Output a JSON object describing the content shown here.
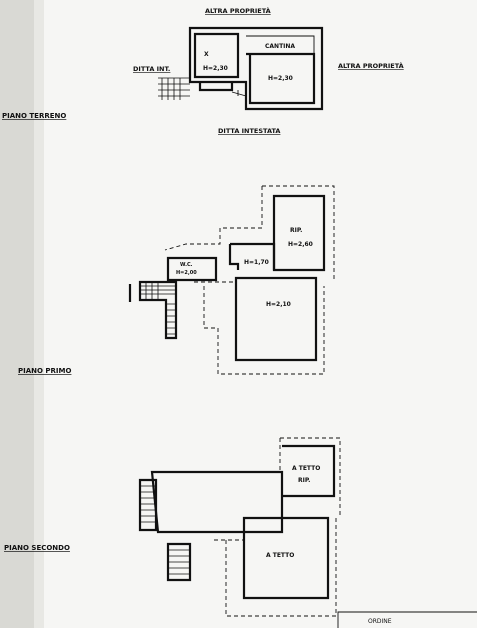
{
  "labels": {
    "top_neighbor": "ALTRA PROPRIETÀ",
    "right_neighbor": "ALTRA PROPRIETÀ",
    "left_neighbor": "DITTA INT.",
    "bottom_neighbor": "DITTA INTESTATA",
    "floor_ground": "PIANO TERRENO",
    "floor_first": "PIANO PRIMO",
    "floor_second": "PIANO SECONDO",
    "order_box": "ORDINE"
  },
  "rooms": {
    "ground_small_mark": "X",
    "ground_small_h": "H=2,30",
    "ground_cantina": "CANTINA",
    "ground_big_h": "H=2,30",
    "first_rip": "RIP.",
    "first_rip_h": "H=2,60",
    "first_wc": "W.C.",
    "first_wc_h": "H=2,00",
    "first_corridor_h": "H=1,70",
    "first_main_h": "H=2,10",
    "second_tetto_small_1": "A TETTO",
    "second_tetto_small_2": "RIP.",
    "second_tetto_big": "A TETTO"
  }
}
